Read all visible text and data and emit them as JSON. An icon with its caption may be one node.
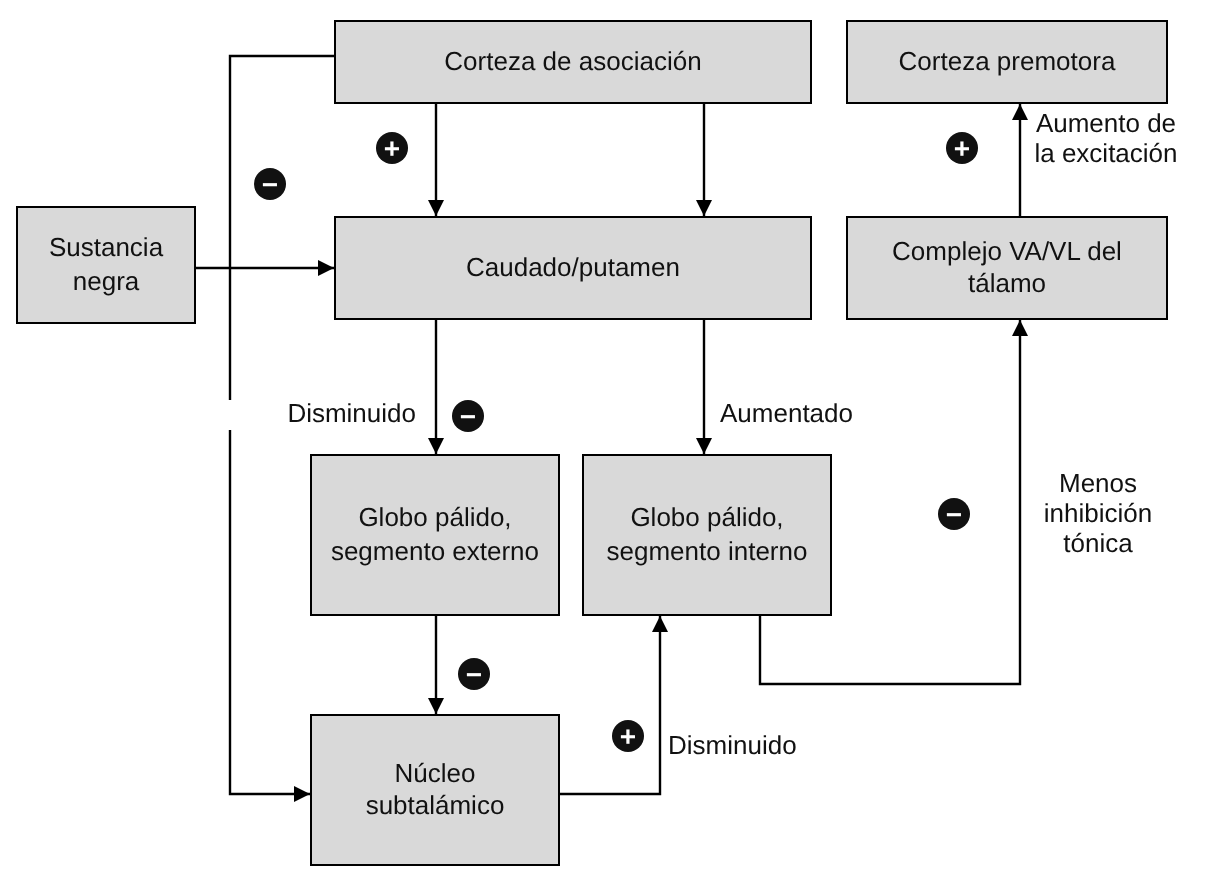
{
  "diagram": {
    "nodes": [
      {
        "text": [
          "Corteza de asociación"
        ]
      },
      {
        "text": [
          "Corteza premotora"
        ]
      },
      {
        "text": [
          "Sustancia negra"
        ]
      },
      {
        "text": [
          "Caudado/putamen"
        ]
      },
      {
        "text": [
          "Complejo VA/VL del tálamo"
        ]
      },
      {
        "text": [
          "Globo pálido, segmento externo"
        ]
      },
      {
        "text": [
          "Globo pálido, segmento interno"
        ]
      },
      {
        "text": [
          "Núcleo subtalámico"
        ]
      }
    ],
    "edges": [
      {
        "from": 0,
        "to": 3,
        "arrow": "to"
      },
      {
        "from": 0,
        "to": 3,
        "arrow": "to"
      },
      {
        "from": 0,
        "to": 7,
        "arrow": "to"
      },
      {
        "from": 2,
        "to": 3,
        "arrow": "to"
      },
      {
        "from": 3,
        "to": 5,
        "arrow": "to",
        "label": "Disminuido"
      },
      {
        "from": 3,
        "to": 6,
        "arrow": "to",
        "label": "Aumentado"
      },
      {
        "from": 5,
        "to": 7,
        "arrow": "to"
      },
      {
        "from": 7,
        "to": 6,
        "arrow": "to",
        "label": "Disminuido"
      },
      {
        "from": 6,
        "to": 4,
        "arrow": "to",
        "label": "Menos inhibición tónica"
      },
      {
        "from": 4,
        "to": 1,
        "arrow": "to",
        "label": "Aumento de la excitación"
      }
    ],
    "labels": [
      "+",
      "+",
      "−",
      "−",
      "−",
      "−",
      "+"
    ]
  }
}
